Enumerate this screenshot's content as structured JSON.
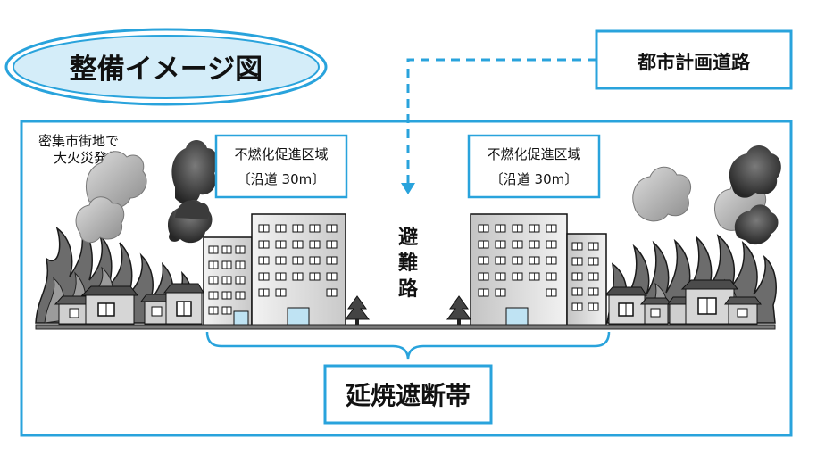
{
  "title": "整備イメージ図",
  "road_label": "都市計画道路",
  "fire_note": {
    "line1": "密集市街地で",
    "line2": "大火災発生"
  },
  "zone_left": {
    "line1": "不燃化促進区域",
    "line2": "〔沿道 30m〕"
  },
  "zone_right": {
    "line1": "不燃化促進区域",
    "line2": "〔沿道 30m〕"
  },
  "evac_route": [
    "避",
    "難",
    "路"
  ],
  "firebreak_label": "延焼遮断帯",
  "colors": {
    "accent": "#29a3dc",
    "ellipse_fill": "#d4edf9",
    "frame": "#1c9bd7"
  }
}
